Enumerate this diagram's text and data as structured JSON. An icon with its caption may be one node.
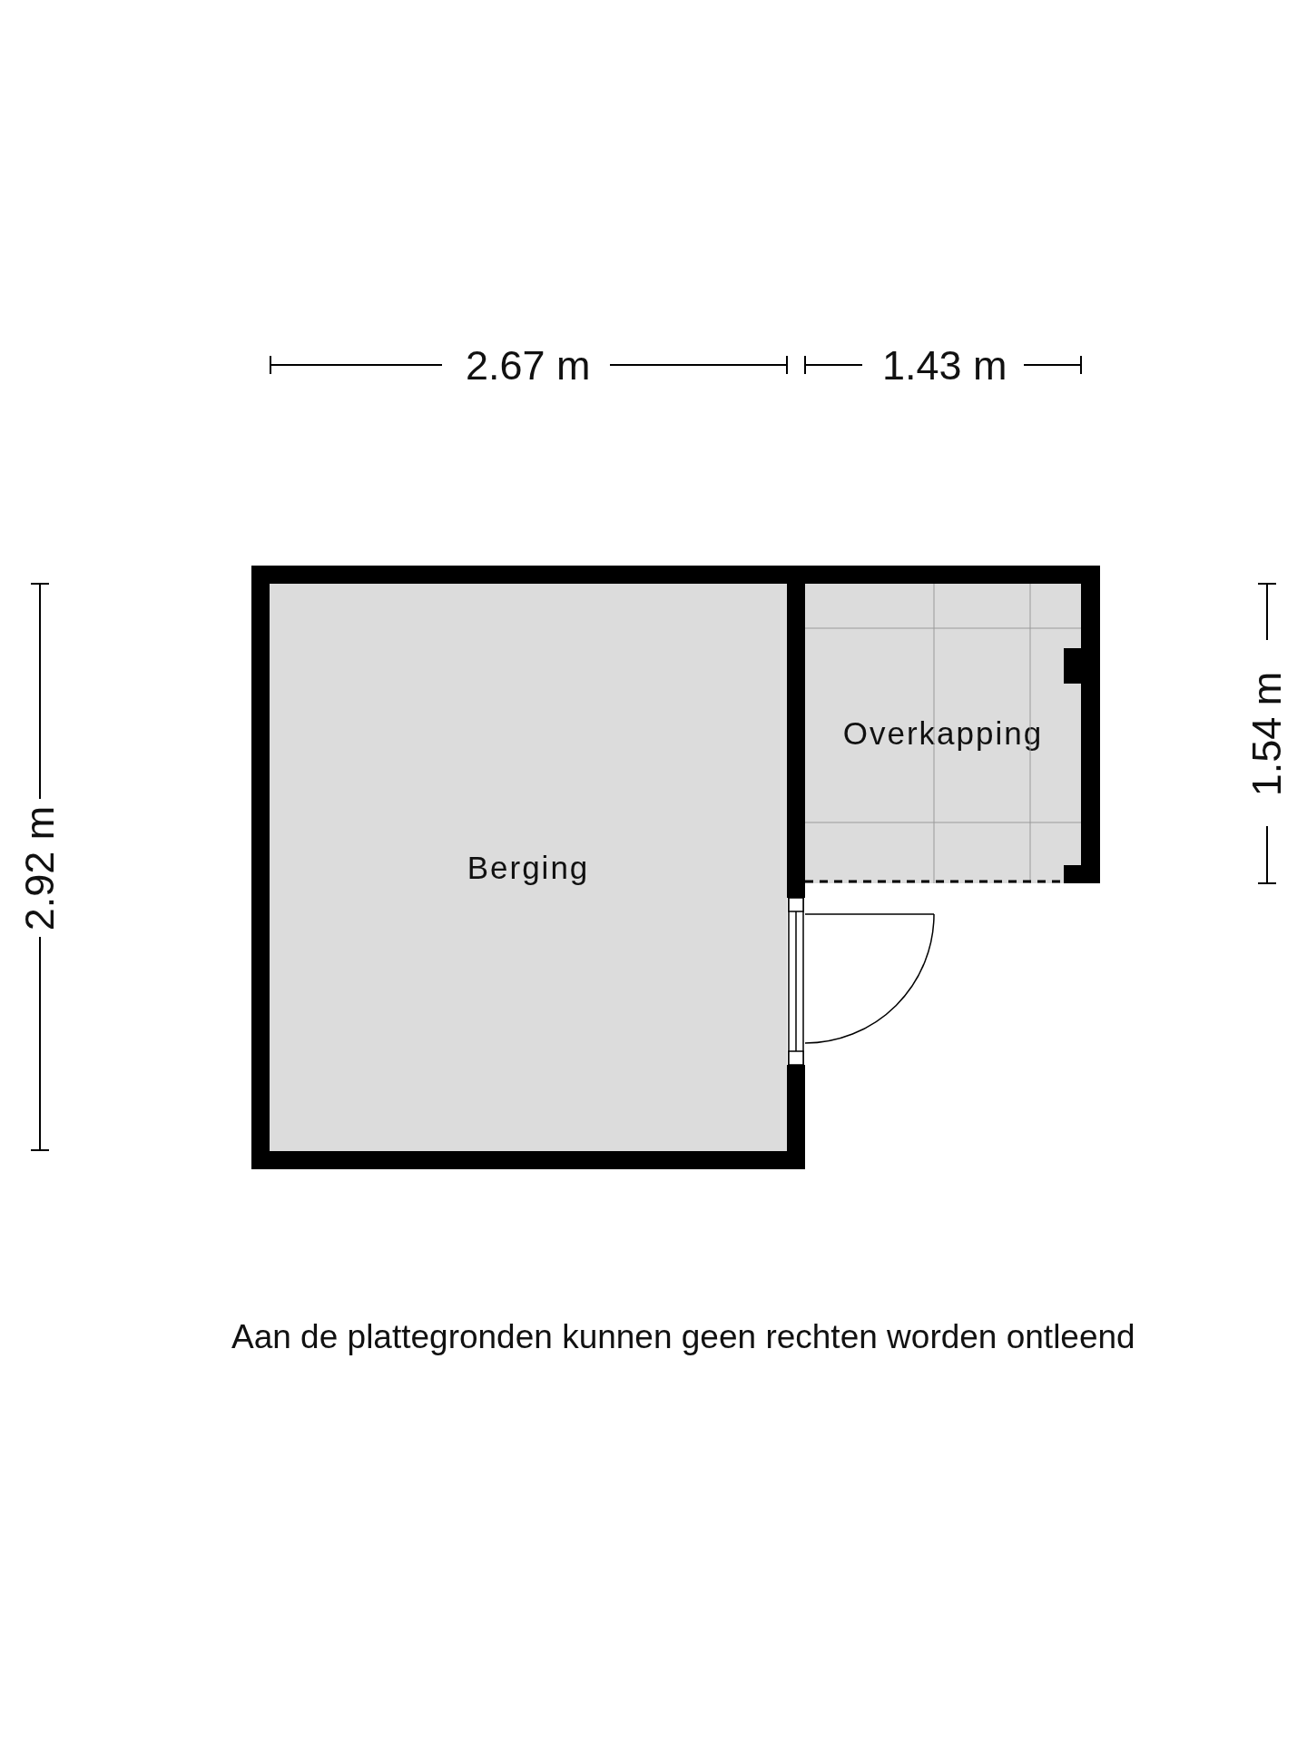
{
  "diagram": {
    "nodes": [
      {
        "text": [
          "Berging"
        ]
      },
      {
        "text": [
          "Overkapping"
        ]
      }
    ],
    "labels": [
      "2.67 m",
      "1.43 m",
      "2.92 m",
      "1.54 m",
      "Aan de plattegronden kunnen geen rechten worden ontleend"
    ]
  }
}
